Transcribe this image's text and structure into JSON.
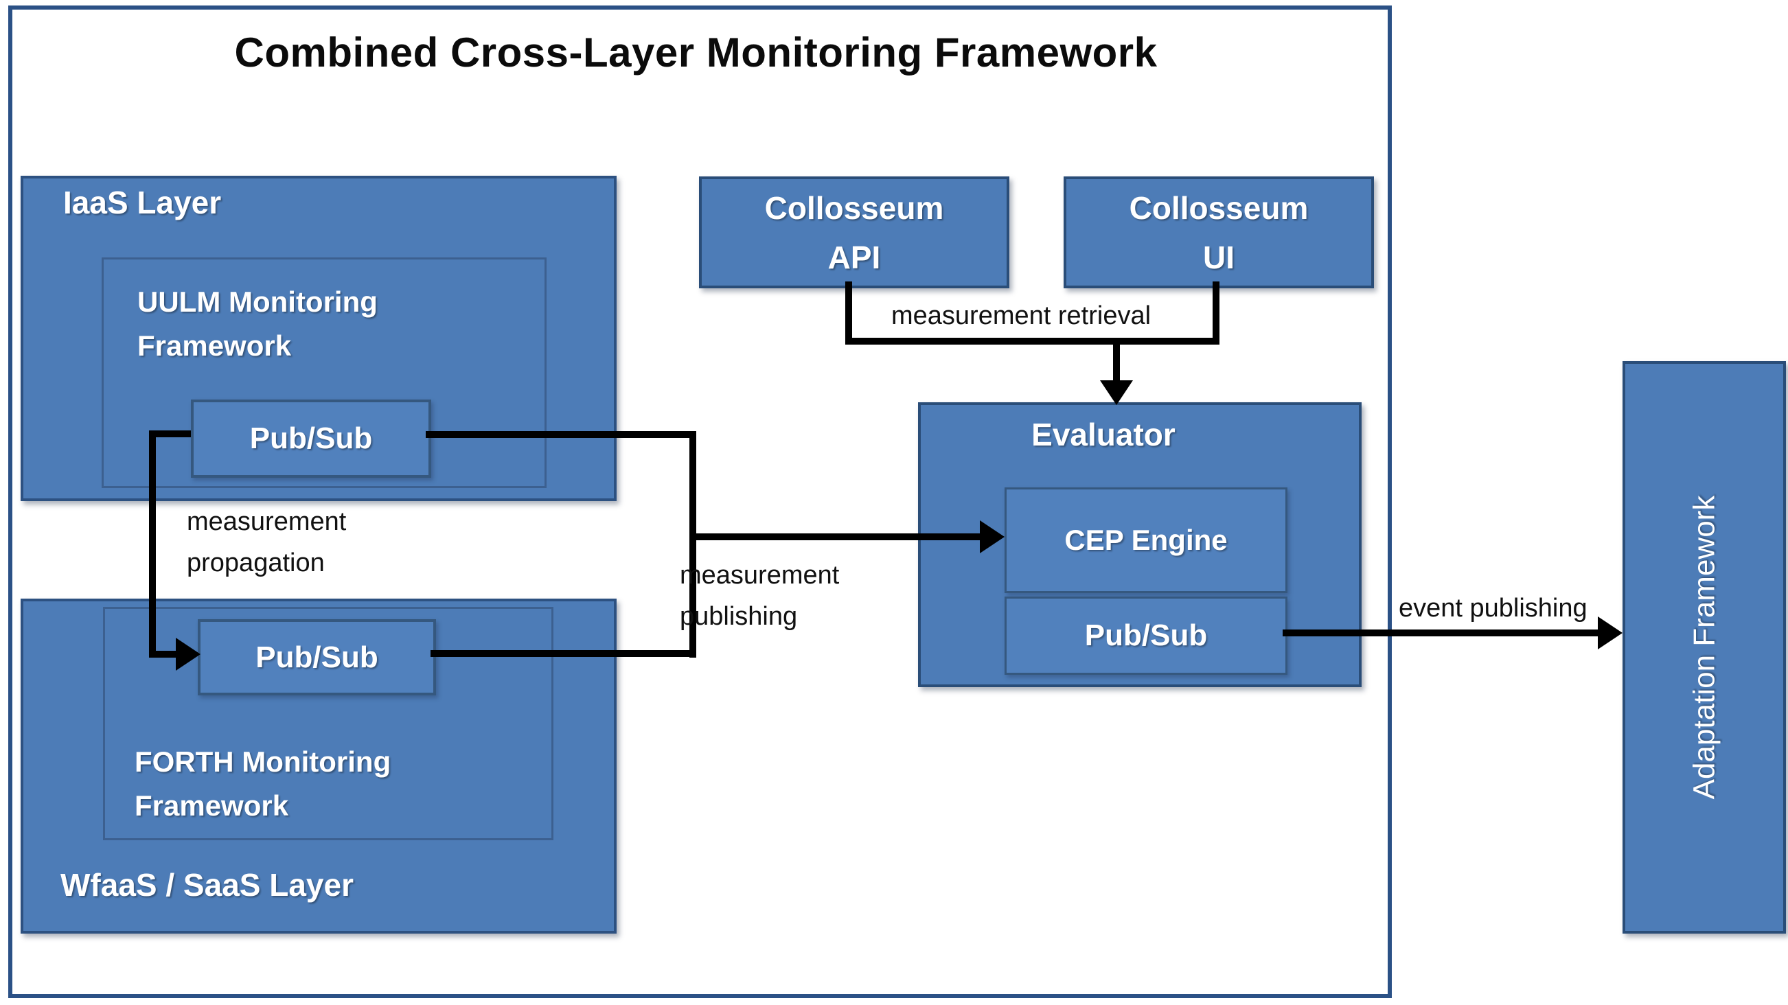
{
  "title": "Combined Cross-Layer Monitoring Framework",
  "colors": {
    "box_fill": "#4d7cb7",
    "node_fill": "#5181bd",
    "box_border_dark": "#2a4d78",
    "box_border_mid": "#3c6090",
    "frame_border": "#2b5186",
    "connector": "#000000",
    "text_light": "#ffffff",
    "text_dark": "#111111"
  },
  "layers": {
    "iaas": {
      "label": "IaaS Layer"
    },
    "wfaas": {
      "label": "WfaaS / SaaS Layer"
    }
  },
  "components": {
    "uulm": {
      "name": "UULM Monitoring\nFramework",
      "pubsub": "Pub/Sub"
    },
    "forth": {
      "name": "FORTH Monitoring\nFramework",
      "pubsub": "Pub/Sub"
    },
    "collosseum_api": {
      "name": "Collosseum\nAPI"
    },
    "collosseum_ui": {
      "name": "Collosseum\nUI"
    },
    "evaluator": {
      "name": "Evaluator",
      "cep_engine": "CEP Engine",
      "pubsub": "Pub/Sub"
    },
    "adaptation": {
      "name": "Adaptation Framework"
    }
  },
  "connections": {
    "measurement_retrieval": "measurement retrieval",
    "measurement_propagation": "measurement\npropagation",
    "measurement_publishing": "measurement\npublishing",
    "event_publishing": "event publishing"
  }
}
